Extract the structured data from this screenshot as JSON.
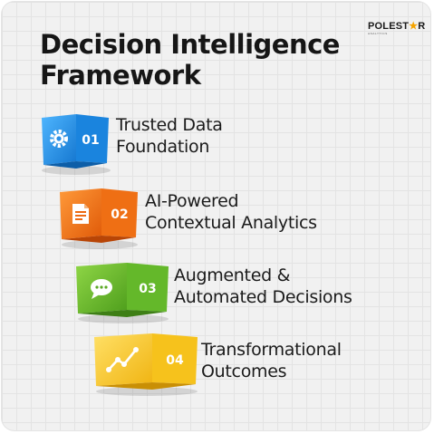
{
  "brand": {
    "name_part1": "POLEST",
    "name_star": "★",
    "name_part2": "R",
    "tagline": "ANALYTICS"
  },
  "title": {
    "line1": "Decision Intelligence",
    "line2": "Framework"
  },
  "steps": [
    {
      "number": "01",
      "label_line1": "Trusted Data",
      "label_line2": "Foundation",
      "icon": "gear-icon",
      "color": "#1e8fe0"
    },
    {
      "number": "02",
      "label_line1": "AI-Powered",
      "label_line2": "Contextual Analytics",
      "icon": "document-icon",
      "color": "#ee6a12"
    },
    {
      "number": "03",
      "label_line1": "Augmented &",
      "label_line2": "Automated Decisions",
      "icon": "chat-bubble-icon",
      "color": "#66b82a"
    },
    {
      "number": "04",
      "label_line1": "Transformational",
      "label_line2": "Outcomes",
      "icon": "trend-line-icon",
      "color": "#f6c21c"
    }
  ]
}
